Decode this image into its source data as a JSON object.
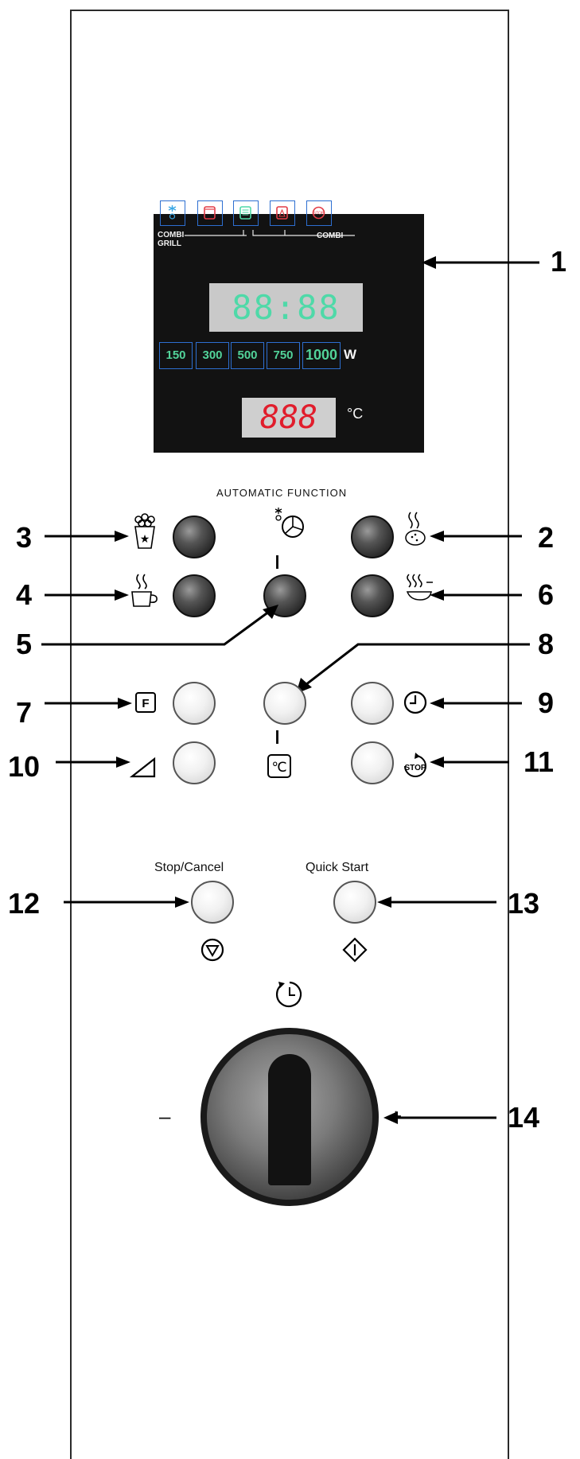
{
  "display": {
    "combi_left": "COMBI",
    "combi_left_2": "GRILL",
    "combi_right": "COMBI",
    "time": "88:88",
    "power_levels": [
      "150",
      "300",
      "500",
      "750",
      "1000"
    ],
    "power_unit": "W",
    "temp": "888",
    "temp_unit": "°C"
  },
  "labels": {
    "automatic_function": "AUTOMATIC FUNCTION",
    "stop_cancel": "Stop/Cancel",
    "quick_start": "Quick Start",
    "minus": "–",
    "plus": "+"
  },
  "callouts": [
    "1",
    "2",
    "3",
    "4",
    "5",
    "6",
    "7",
    "8",
    "9",
    "10",
    "11",
    "12",
    "13",
    "14"
  ],
  "icons": {
    "mode_icons": [
      "defrost-snowflake-icon",
      "oven-icon",
      "grill-icon",
      "fan-oven-icon",
      "stop-icon"
    ],
    "popcorn": "popcorn-icon",
    "potato": "potato-icon",
    "beverage": "cup-icon",
    "auto_defrost": "snowflake-pie-icon",
    "steam_dish": "steam-dish-icon",
    "favourite": "f-box-icon",
    "clock": "clock-icon",
    "half_square": "triangle-icon",
    "temperature": "celsius-icon",
    "stop_symbol": "stop-circle-icon",
    "stop_cancel_symbol": "down-triangle-icon",
    "quick_start_symbol": "start-diamond-icon",
    "timer": "timer-icon"
  },
  "colors": {
    "lcd_green": "#4fd9a8",
    "temp_red": "#e11d2c",
    "frame_blue": "#2d6fd1",
    "panel_dark": "#121212"
  }
}
